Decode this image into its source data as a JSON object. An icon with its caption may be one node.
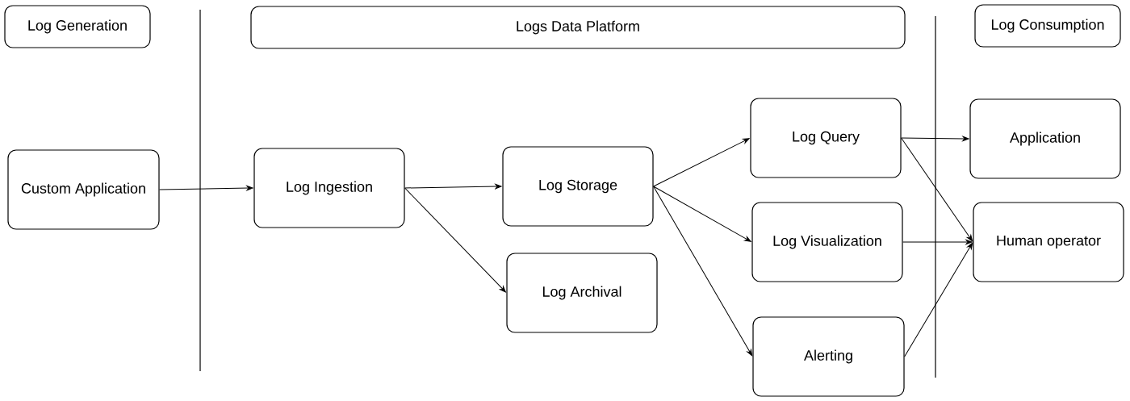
{
  "diagram": {
    "nodes": [
      {
        "text": [
          "Log Generation"
        ]
      },
      {
        "text": [
          "Logs Data Platform"
        ]
      },
      {
        "text": [
          "Log Consumption"
        ]
      },
      {
        "text": [
          "Custom Application"
        ]
      },
      {
        "text": [
          "Log Ingestion"
        ]
      },
      {
        "text": [
          "Log Storage"
        ]
      },
      {
        "text": [
          "Log Archival"
        ]
      },
      {
        "text": [
          "Log Query"
        ]
      },
      {
        "text": [
          "Log Visualization"
        ]
      },
      {
        "text": [
          "Alerting"
        ]
      },
      {
        "text": [
          "Application"
        ]
      },
      {
        "text": [
          "Human operator"
        ]
      }
    ],
    "edges": [
      {
        "from": 3,
        "to": 4,
        "arrow": "to"
      },
      {
        "from": 4,
        "to": 5,
        "arrow": "to"
      },
      {
        "from": 4,
        "to": 6,
        "arrow": "to"
      },
      {
        "from": 5,
        "to": 7,
        "arrow": "to"
      },
      {
        "from": 5,
        "to": 8,
        "arrow": "to"
      },
      {
        "from": 5,
        "to": 9,
        "arrow": "to"
      },
      {
        "from": 7,
        "to": 10,
        "arrow": "to"
      },
      {
        "from": 7,
        "to": 11,
        "arrow": "to"
      },
      {
        "from": 8,
        "to": 11,
        "arrow": "to"
      },
      {
        "from": 9,
        "to": 11,
        "arrow": "to"
      }
    ]
  }
}
